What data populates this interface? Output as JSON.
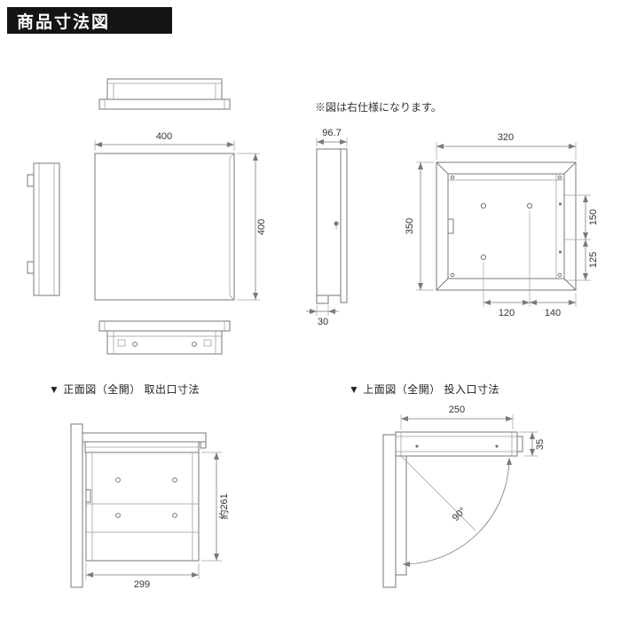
{
  "header": {
    "title": "商品寸法図"
  },
  "note": "※図は右仕様になります。",
  "dims": {
    "front_w": "400",
    "front_h": "400",
    "side_w": "96.7",
    "side_lip": "30",
    "back_w": "320",
    "back_h": "350",
    "back_r1": "150",
    "back_r2": "125",
    "back_b1": "120",
    "back_b2": "140"
  },
  "front_open": {
    "caption": "▼ 正面図（全開） 取出口寸法",
    "w": "299",
    "h": "約261"
  },
  "top_open": {
    "caption": "▼ 上面図（全開） 投入口寸法",
    "w": "250",
    "h": "35",
    "angle": "90°"
  }
}
